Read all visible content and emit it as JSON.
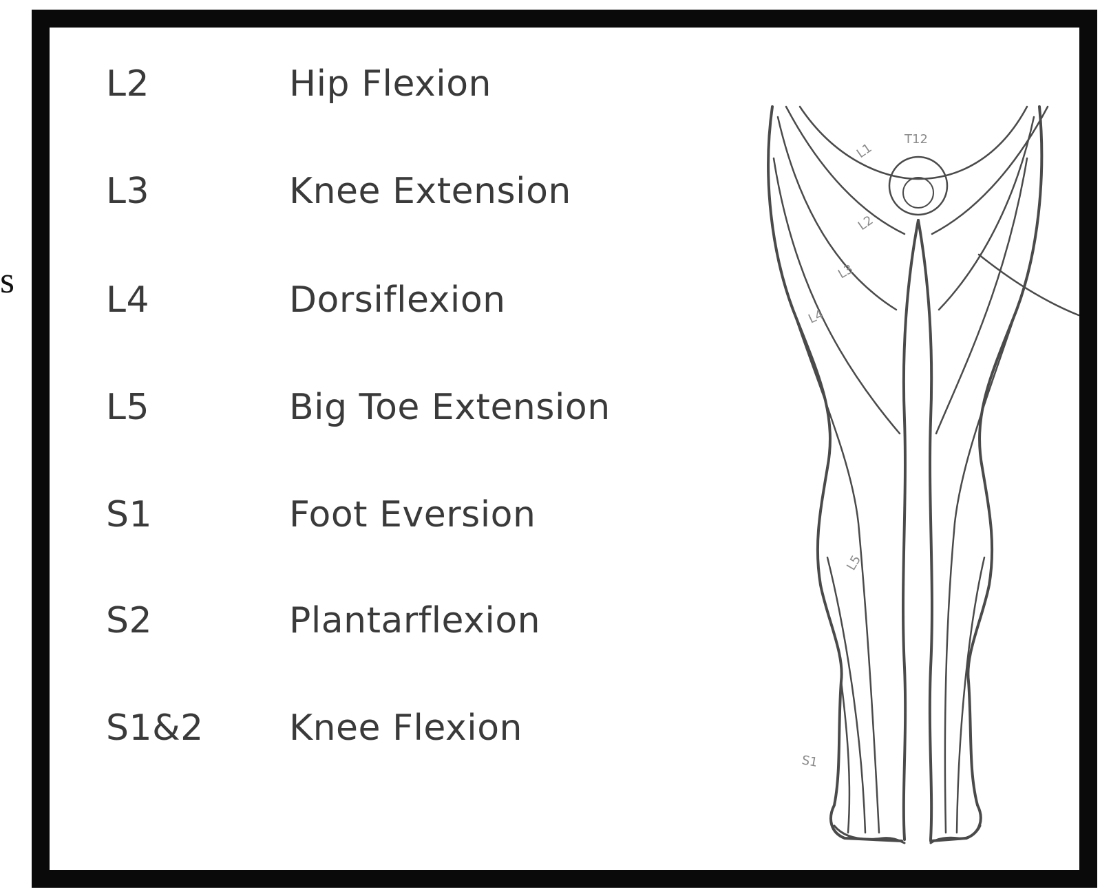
{
  "edge_fragment": "s",
  "rows": [
    {
      "level": "L2",
      "action": "Hip Flexion"
    },
    {
      "level": "L3",
      "action": "Knee Extension"
    },
    {
      "level": "L4",
      "action": "Dorsiflexion"
    },
    {
      "level": "L5",
      "action": "Big Toe Extension"
    },
    {
      "level": "S1",
      "action": "Foot Eversion"
    },
    {
      "level": "S2",
      "action": "Plantarflexion"
    },
    {
      "level": "S1&2",
      "action": "Knee Flexion"
    }
  ],
  "diagram": {
    "dermatome_labels": [
      "T12",
      "L1",
      "L2",
      "L3",
      "L4",
      "L5",
      "S1"
    ]
  },
  "colors": {
    "frame": "#0a0a0a",
    "text": "#3a3a3a",
    "line": "#4a4a4a"
  }
}
